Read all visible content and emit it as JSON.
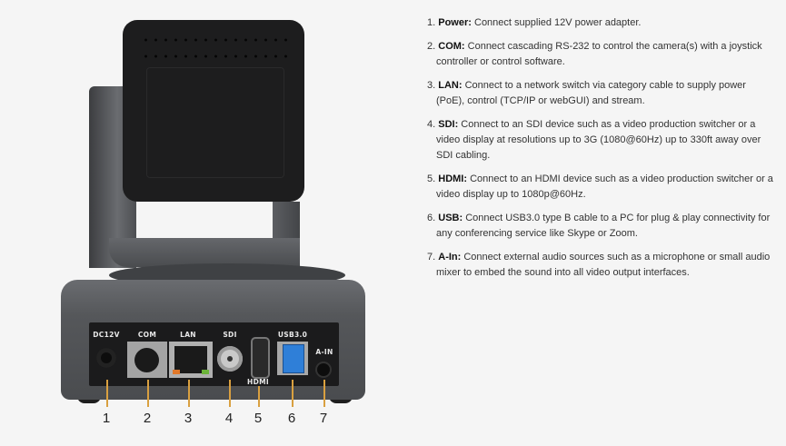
{
  "ports": [
    {
      "num": "1",
      "label": "DC12V"
    },
    {
      "num": "2",
      "label": "COM"
    },
    {
      "num": "3",
      "label": "LAN"
    },
    {
      "num": "4",
      "label": "SDI"
    },
    {
      "num": "5",
      "label": "HDMI"
    },
    {
      "num": "6",
      "label": "USB3.0"
    },
    {
      "num": "7",
      "label": "A-IN"
    }
  ],
  "items": [
    {
      "index": "1.",
      "title": "Power:",
      "text": " Connect supplied 12V power adapter."
    },
    {
      "index": "2.",
      "title": "COM:",
      "text": " Connect cascading RS-232 to control the camera(s) with a joystick controller or control software."
    },
    {
      "index": "3.",
      "title": "LAN:",
      "text": " Connect to a network switch via category cable to supply power (PoE), control (TCP/IP or webGUI) and stream."
    },
    {
      "index": "4.",
      "title": "SDI:",
      "text": " Connect to an SDI device such as a video production switcher or a video display at resolutions up to 3G (1080@60Hz) up to 330ft away over SDI cabling."
    },
    {
      "index": "5.",
      "title": "HDMI:",
      "text": " Connect to an HDMI device such as a video production switcher or a video display up to 1080p@60Hz."
    },
    {
      "index": "6.",
      "title": "USB:",
      "text": " Connect USB3.0 type B cable to a PC for plug & play connectivity for any conferencing service like Skype or Zoom."
    },
    {
      "index": "7.",
      "title": "A-In:",
      "text": " Connect external audio sources such as a microphone or small audio mixer to embed the sound into all video output interfaces."
    }
  ],
  "colors": {
    "leader": "#d9a040",
    "usb": "#2f7fd8"
  }
}
